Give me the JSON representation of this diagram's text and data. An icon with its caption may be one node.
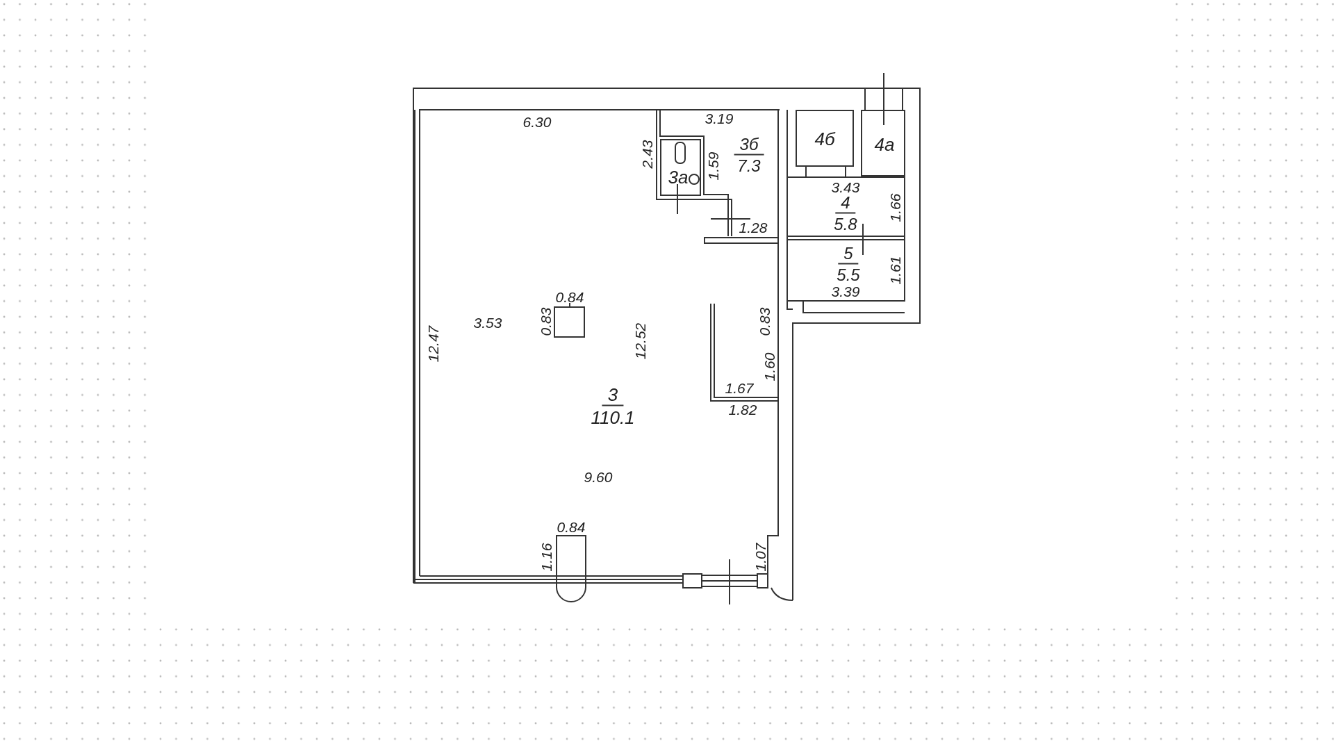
{
  "diagram": {
    "nodes": [
      {
        "text": [
          "3б",
          "7.3"
        ]
      },
      {
        "text": [
          "3а"
        ]
      },
      {
        "text": [
          "4б"
        ]
      },
      {
        "text": [
          "4а"
        ]
      },
      {
        "text": [
          "4",
          "5.8"
        ]
      },
      {
        "text": [
          "5",
          "5.5"
        ]
      },
      {
        "text": [
          "3",
          "110.1"
        ]
      }
    ],
    "labels": [
      "6.30",
      "3.19",
      "2.43",
      "1.59",
      "3.43",
      "1.66",
      "1.28",
      "1.61",
      "3.39",
      "0.84",
      "3.53",
      "0.83",
      "0.83",
      "12.47",
      "12.52",
      "1.60",
      "1.67",
      "1.82",
      "9.60",
      "0.84",
      "1.16",
      "1.07"
    ]
  }
}
